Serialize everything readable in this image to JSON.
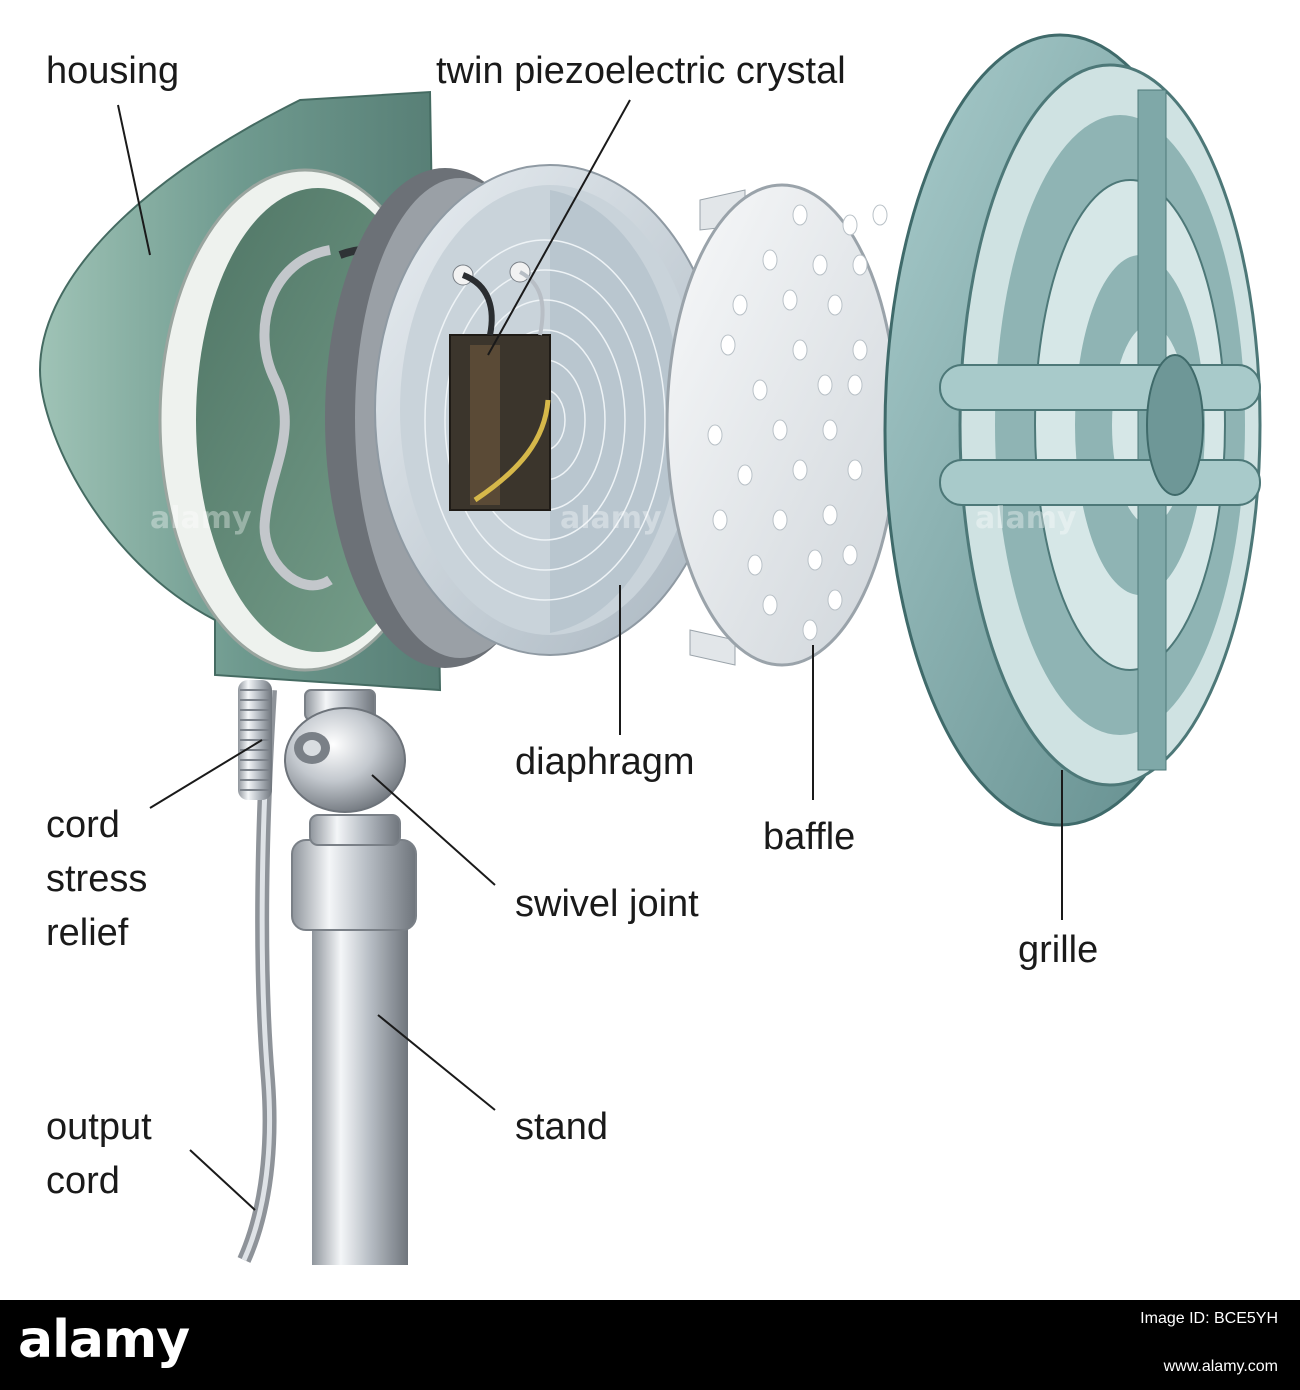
{
  "labels": {
    "housing": "housing",
    "crystal": "twin piezoelectric crystal",
    "diaphragm": "diaphragm",
    "baffle": "baffle",
    "grille": "grille",
    "cord_stress_relief": [
      "cord",
      "stress",
      "relief"
    ],
    "swivel_joint": "swivel joint",
    "stand": "stand",
    "output_cord": [
      "output",
      "cord"
    ]
  },
  "watermark": {
    "logo": "alamy",
    "image_id_label": "Image ID: BCE5YH",
    "url": "www.alamy.com"
  },
  "colors": {
    "housing": "#6f9a8f",
    "grille": "#7fa8a8",
    "baffle": "#e9ecee",
    "diaphragm": "#c9d3da",
    "chrome": "#c9ced4",
    "strip": "#000000"
  }
}
